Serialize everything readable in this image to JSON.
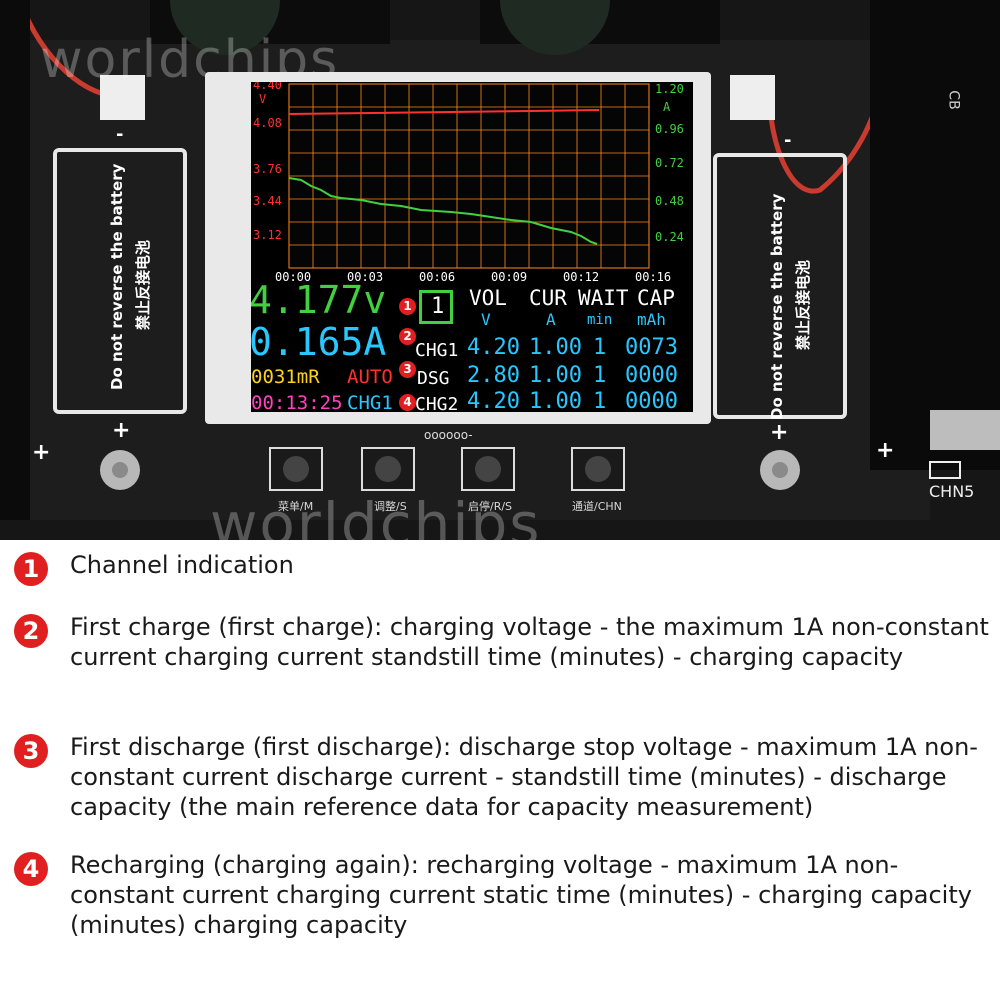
{
  "watermark": "worldchips",
  "board": {
    "chn_label": "CHN5",
    "side_warning_en": "Do not reverse the battery",
    "side_warning_cn": "禁止反接电池",
    "plus": "+",
    "minus": "-",
    "dots": "oooooo-",
    "cb_label": "CB",
    "buttons": [
      "菜单/M",
      "调整/S",
      "启停/R/S",
      "通道/CHN"
    ]
  },
  "screen": {
    "left_ticks": [
      "4.40",
      "V",
      "4.08",
      "3.76",
      "3.44",
      "3.12"
    ],
    "right_ticks": [
      "1.20",
      "A",
      "0.96",
      "0.72",
      "0.48",
      "0.24"
    ],
    "x_ticks": [
      "00:00",
      "00:03",
      "00:06",
      "00:09",
      "00:12",
      "00:16"
    ],
    "voltage": "4.177v",
    "current": "0.165A",
    "resistance": "0031mR",
    "mode": "AUTO",
    "elapsed": "00:13:25",
    "stage": "CHG1",
    "channel": "1",
    "headers": [
      "VOL",
      "CUR",
      "WAIT",
      "CAP"
    ],
    "units": [
      "V",
      "A",
      "min",
      "mAh"
    ],
    "rows": [
      {
        "name": "CHG1",
        "vol": "4.20",
        "cur": "1.00",
        "wait": "1",
        "cap": "0073"
      },
      {
        "name": "DSG",
        "vol": "2.80",
        "cur": "1.00",
        "wait": "1",
        "cap": "0000"
      },
      {
        "name": "CHG2",
        "vol": "4.20",
        "cur": "1.00",
        "wait": "1",
        "cap": "0000"
      }
    ],
    "badges": [
      "1",
      "2",
      "3",
      "4"
    ]
  },
  "legend": [
    {
      "num": "1",
      "text": "Channel indication"
    },
    {
      "num": "2",
      "text": "First charge (first charge): charging voltage - the maximum 1A non-constant current charging current standstill time (minutes) - charging capacity"
    },
    {
      "num": "3",
      "text": "First discharge (first discharge): discharge stop voltage - maximum 1A non-constant current discharge current - standstill time (minutes) - discharge capacity (the main reference data for capacity measurement)"
    },
    {
      "num": "4",
      "text": "Recharging (charging again): recharging voltage - maximum 1A non-constant current charging current static time (minutes) - charging capacity (minutes) charging capacity"
    }
  ],
  "colors": {
    "red": "#e02020",
    "green": "#40d040",
    "cyan": "#28c8ff",
    "yellow": "#ffd21a",
    "magenta": "#ff40c0"
  }
}
